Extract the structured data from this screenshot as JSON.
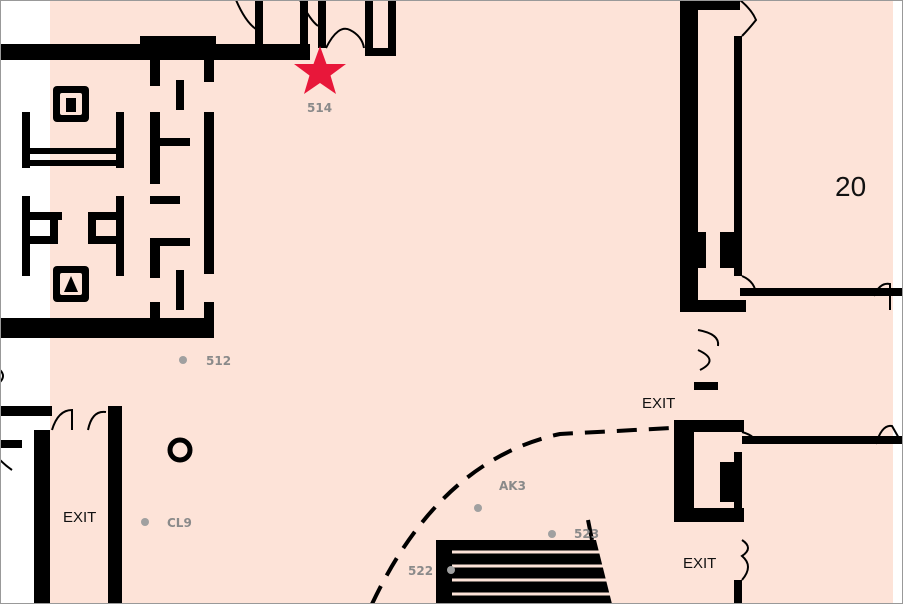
{
  "map": {
    "zone_number": "20",
    "marker_label": "514",
    "points": [
      {
        "id": "512",
        "label": "512"
      },
      {
        "id": "cl9",
        "label": "CL9"
      },
      {
        "id": "ak3",
        "label": "AK3"
      },
      {
        "id": "523",
        "label": "523"
      },
      {
        "id": "522",
        "label": "522"
      }
    ],
    "exits": [
      {
        "id": "exit-left",
        "label": "EXIT"
      },
      {
        "id": "exit-center",
        "label": "EXIT"
      },
      {
        "id": "exit-bottom-right",
        "label": "EXIT"
      }
    ],
    "colors": {
      "floor": "#fde3d8",
      "wall": "#000000",
      "marker": "#e8173a",
      "point": "#a0a0a0"
    },
    "icons": [
      "star-marker-icon",
      "elevator-icon",
      "circle-column-icon"
    ]
  }
}
